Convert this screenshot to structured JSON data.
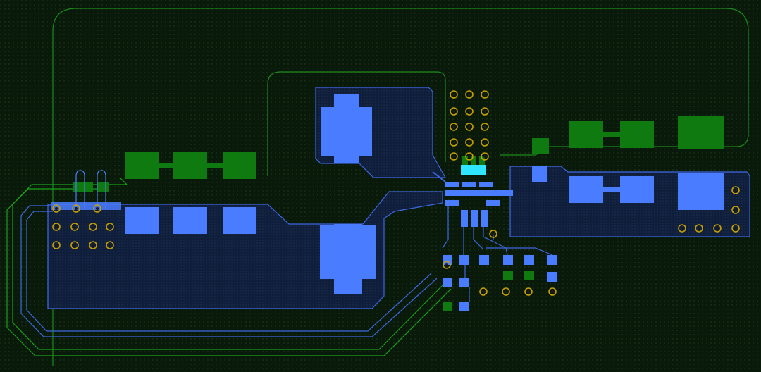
{
  "view": {
    "background": "#0a1a0a",
    "grid_dot_color": "#1f3d1f"
  },
  "colors": {
    "top_copper": "#0f7a0f",
    "top_trace": "#1aa01a",
    "bottom_copper": "#4a7cff",
    "bottom_outline": "#3d66e0",
    "pour_fill": "#0f1e3a",
    "highlight_pad": "#2ee6ff",
    "via_ring": "#c8a000",
    "via_hole": "#1a1a1a",
    "board_outline": "#1d8a1d"
  },
  "layers": [
    "top",
    "bottom"
  ],
  "board": {
    "outline": "board-edge",
    "shape": "rounded-rect"
  }
}
